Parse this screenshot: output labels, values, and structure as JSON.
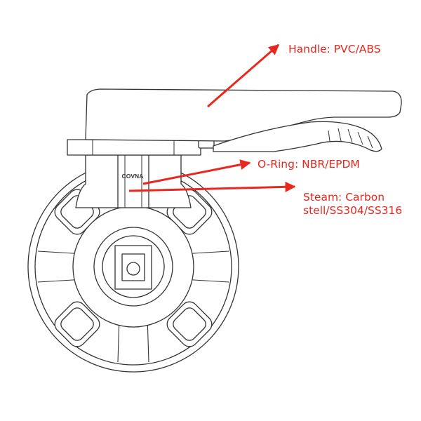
{
  "brand_mark": "COVNA",
  "callouts": {
    "handle": "Handle: PVC/ABS",
    "oring": "O-Ring: NBR/EPDM",
    "stem_line1": "Steam: Carbon",
    "stem_line2": "stell/SS304/SS316"
  },
  "colors": {
    "callout": "#e8281e",
    "line": "#333333",
    "fill": "#ffffff"
  }
}
